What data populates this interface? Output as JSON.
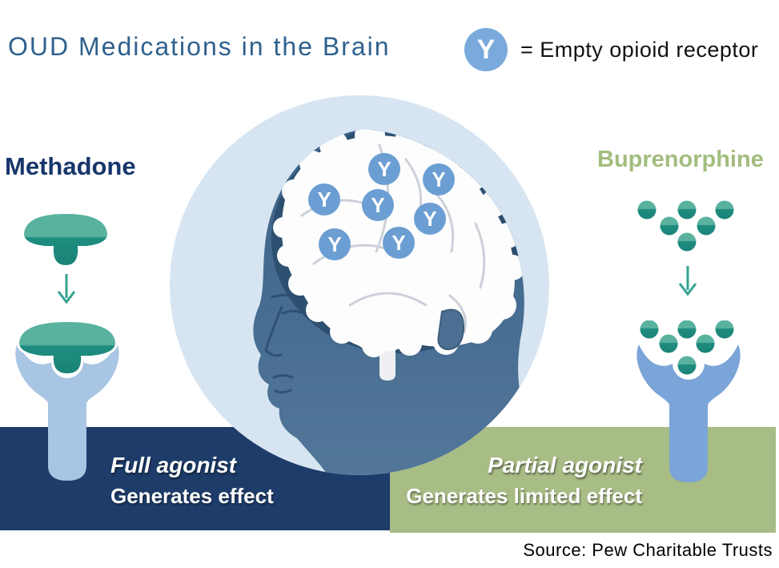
{
  "title": "OUD Medications in the Brain",
  "legend": {
    "symbol": "Y",
    "label": "= Empty opioid receptor"
  },
  "methadone": {
    "name": "Methadone",
    "agonist_type": "Full agonist",
    "effect": "Generates effect"
  },
  "buprenorphine": {
    "name": "Buprenorphine",
    "agonist_type": "Partial agonist",
    "effect": "Generates limited effect"
  },
  "brain": {
    "receptor_symbol": "Y",
    "empty_receptor_count": 7
  },
  "source": "Source: Pew Charitable Trusts",
  "colors": {
    "title_blue": "#2f618e",
    "heading_navy": "#17366b",
    "heading_green": "#a3bd7e",
    "navy_band": "#1d3c6a",
    "green_band": "#a8bc85",
    "teal_dark": "#1f8d80",
    "teal_light": "#58b29e",
    "receptor_blue_light": "#a8c6e3",
    "receptor_blue": "#7ba4d8",
    "brain_receptor_blue": "#6b9ed3",
    "legend_circle_blue": "#7aaadb",
    "circle_background": "#d6e5f1",
    "head_blue": "#46698e"
  }
}
